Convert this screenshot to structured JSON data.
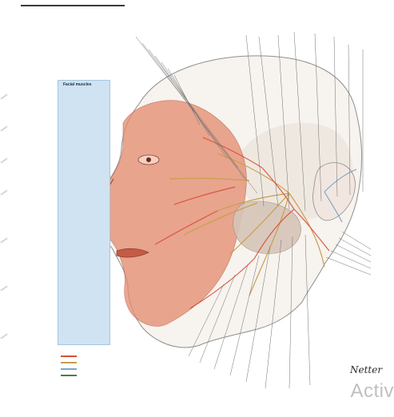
{
  "figure": {
    "panel": {
      "title": "Facial muscles"
    },
    "signature": "Netter",
    "colors": {
      "panel_bg": "#cfe3f3",
      "skin": "#f3efe9",
      "skull": "#f7f3ee",
      "muscle": "#e38a6d",
      "nerve": "#c6a04c",
      "vessel": "#d94e3a",
      "gland": "#d6c5b8"
    },
    "legend": {
      "rows": [
        {
          "color": "#d94e3a"
        },
        {
          "color": "#c6a04c"
        },
        {
          "color": "#7fa7c7"
        },
        {
          "color": "#4a7d4a"
        }
      ]
    }
  },
  "watermark": {
    "text": "Activ"
  }
}
